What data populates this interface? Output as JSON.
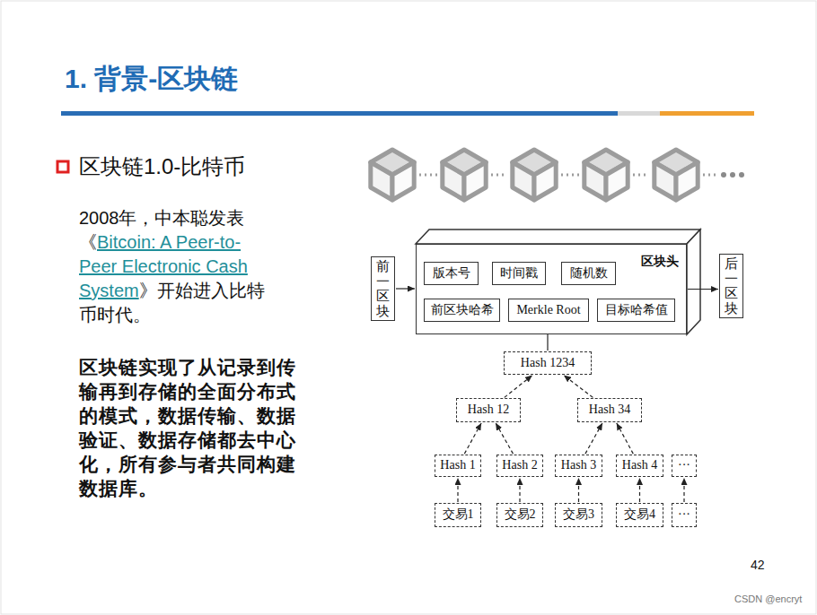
{
  "diagram": {
    "title": "1. 背景-区块链",
    "nodes": [
      {
        "text": [
          "前一区块"
        ]
      },
      {
        "text": [
          "区块头"
        ]
      },
      {
        "text": [
          "版本号"
        ],
        "in": 1
      },
      {
        "text": [
          "时间戳"
        ],
        "in": 1
      },
      {
        "text": [
          "随机数"
        ],
        "in": 1
      },
      {
        "text": [
          "前区块哈希"
        ],
        "in": 1
      },
      {
        "text": [
          "Merkle Root"
        ],
        "in": 1
      },
      {
        "text": [
          "目标哈希值"
        ],
        "in": 1
      },
      {
        "text": [
          "后一区块"
        ]
      },
      {
        "text": [
          "Hash 1234"
        ]
      },
      {
        "text": [
          "Hash 12"
        ]
      },
      {
        "text": [
          "Hash 34"
        ]
      },
      {
        "text": [
          "Hash 1"
        ]
      },
      {
        "text": [
          "Hash 2"
        ]
      },
      {
        "text": [
          "Hash 3"
        ]
      },
      {
        "text": [
          "Hash 4"
        ]
      },
      {
        "text": [
          "···"
        ]
      },
      {
        "text": [
          "交易1"
        ]
      },
      {
        "text": [
          "交易2"
        ]
      },
      {
        "text": [
          "交易3"
        ]
      },
      {
        "text": [
          "交易4"
        ]
      },
      {
        "text": [
          "···"
        ]
      }
    ],
    "edges": [
      {
        "from": 0,
        "to": 1,
        "arrow": "to"
      },
      {
        "from": 1,
        "to": 8,
        "arrow": "to"
      },
      {
        "from": 9,
        "to": 6,
        "arrow": "to"
      },
      {
        "from": 10,
        "to": 9,
        "arrow": "to"
      },
      {
        "from": 11,
        "to": 9,
        "arrow": "to"
      },
      {
        "from": 12,
        "to": 10,
        "arrow": "to"
      },
      {
        "from": 13,
        "to": 10,
        "arrow": "to"
      },
      {
        "from": 14,
        "to": 11,
        "arrow": "to"
      },
      {
        "from": 15,
        "to": 11,
        "arrow": "to"
      },
      {
        "from": 17,
        "to": 12,
        "arrow": "to"
      },
      {
        "from": 18,
        "to": 13,
        "arrow": "to"
      },
      {
        "from": 19,
        "to": 14,
        "arrow": "to"
      },
      {
        "from": 20,
        "to": 15,
        "arrow": "to"
      },
      {
        "from": 21,
        "to": 16,
        "arrow": "to"
      }
    ],
    "labels": [
      "区块链1.0-比特币",
      "2008年，中本聪发表《",
      "Bitcoin: A Peer-to-Peer Electronic Cash System",
      "》开始进入比特币时代。",
      "区块链实现了从记录到传输再到存储的全面分布式的模式，数据传输、数据验证、数据存储都去中心化，所有参与者共同构建数据库。",
      "42",
      "CSDN @encryt"
    ]
  }
}
